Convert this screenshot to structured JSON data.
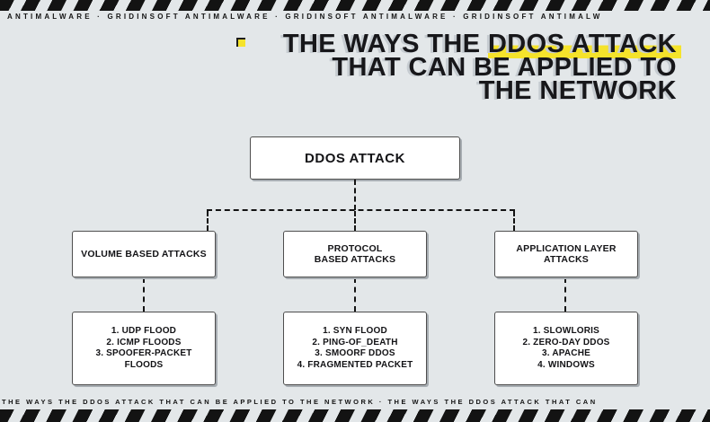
{
  "colors": {
    "background": "#e3e7e9",
    "highlight_yellow": "#f5e32b",
    "ink": "#141414",
    "box_fill": "#ffffff",
    "box_border": "#4e4e4e",
    "box_shadow": "#a7adb2"
  },
  "header": {
    "ticker": "ANTIMALWARE · GRIDINSOFT ANTIMALWARE · GRIDINSOFT ANTIMALWARE · GRIDINSOFT ANTIMALW"
  },
  "title": {
    "line1_prefix": "THE WAYS THE ",
    "line1_highlight": "DDOS ATTACK",
    "line2": "THAT CAN BE APPLIED TO",
    "line3": "THE NETWORK"
  },
  "diagram": {
    "root": {
      "label": "DDOS ATTACK"
    },
    "branches": [
      {
        "label": "VOLUME BASED ATTACKS",
        "items": [
          "1. UDP FLOOD",
          "2. ICMP FLOODS",
          "3. SPOOFER-PACKET FLOODS"
        ]
      },
      {
        "label": "PROTOCOL BASED ATTACKS",
        "items": [
          "1. SYN FLOOD",
          "2. PING-OF_DEATH",
          "3. SMOORF DDOS",
          "4. FRAGMENTED PACKET"
        ]
      },
      {
        "label": "APPLICATION LAYER ATTACKS",
        "items": [
          "1. SLOWLORIS",
          "2. ZERO-DAY DDOS",
          "3. APACHE",
          "4. WINDOWS"
        ]
      }
    ]
  },
  "footer": {
    "ticker": "THE WAYS THE DDOS ATTACK THAT CAN BE APPLIED TO THE NETWORK  · THE WAYS THE DDOS ATTACK THAT CAN"
  }
}
